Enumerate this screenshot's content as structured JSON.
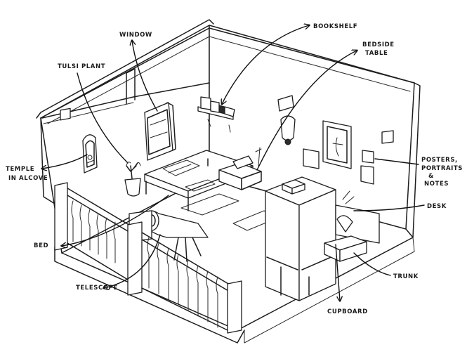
{
  "labels": {
    "bookshelf": "BOOKSHELF",
    "window": "WINDOW",
    "bedside_table_line1": "BEDSIDE",
    "bedside_table_line2": "TABLE",
    "tulsi_plant": "TULSI PLANT",
    "temple_line1": "TEMPLE",
    "temple_line2": "IN ALCOVE",
    "posters_line1": "POSTERS,",
    "posters_line2": "PORTRAITS",
    "posters_line3": "&",
    "posters_line4": "NOTES",
    "desk": "DESK",
    "bed": "BED",
    "telescope": "TELESCOPE",
    "trunk": "TRUNK",
    "cupboard": "CUPBOARD"
  }
}
